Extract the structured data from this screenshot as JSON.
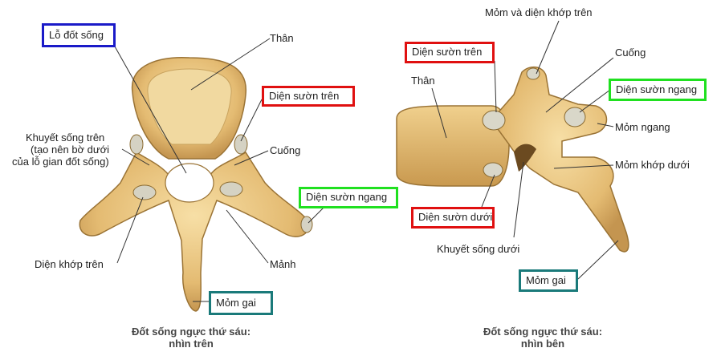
{
  "colors": {
    "bone": "#e7c27c",
    "bone_dark": "#a8803c",
    "bone_light": "#f6e3b4",
    "blue_box": "#1a1ac8",
    "red_box": "#e01010",
    "green_box": "#20e020",
    "teal_box": "#1a7a7a",
    "leader": "#333333"
  },
  "top_view": {
    "labels": {
      "lo_dot_song": "Lỗ đốt sống",
      "than": "Thân",
      "dien_suon_tren": "Diện sườn trên",
      "khuyet_song_tren_1": "Khuyết sống trên",
      "khuyet_song_tren_2": "(tạo nên bờ dưới",
      "khuyet_song_tren_3": "của lỗ gian đốt sống)",
      "cuong": "Cuống",
      "dien_suon_ngang": "Diện sườn ngang",
      "dien_khop_tren": "Diện khớp trên",
      "manh": "Mảnh",
      "mom_gai": "Mỏm gai"
    },
    "caption_1": "Đốt sống ngực thứ sáu:",
    "caption_2": "nhìn trên"
  },
  "side_view": {
    "labels": {
      "mom_va_dien_khop_tren": "Mỏm và diện khớp trên",
      "dien_suon_tren": "Diện sườn trên",
      "cuong": "Cuống",
      "than": "Thân",
      "dien_suon_ngang": "Diện sườn ngang",
      "mom_ngang": "Mỏm ngang",
      "mom_khop_duoi": "Mỏm khớp dưới",
      "dien_suon_duoi": "Diện sườn dưới",
      "khuyet_song_duoi": "Khuyết sống dưới",
      "mom_gai": "Mỏm gai"
    },
    "caption_1": "Đốt sống ngực thứ sáu:",
    "caption_2": "nhìn bên"
  }
}
